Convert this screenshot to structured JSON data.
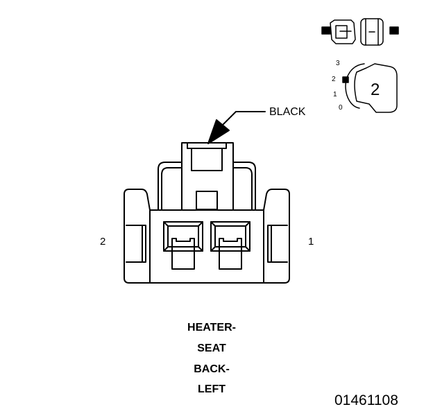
{
  "wire_color_label": "BLACK",
  "pins": {
    "left": "2",
    "right": "1"
  },
  "caption": [
    "HEATER-",
    "SEAT",
    "BACK-",
    "LEFT"
  ],
  "figure_id": "01461108",
  "orientation_icon": {
    "scale_labels": [
      "3",
      "2",
      "1",
      "0"
    ],
    "position_number": "2"
  },
  "colors": {
    "line": "#000000",
    "background": "#ffffff"
  }
}
